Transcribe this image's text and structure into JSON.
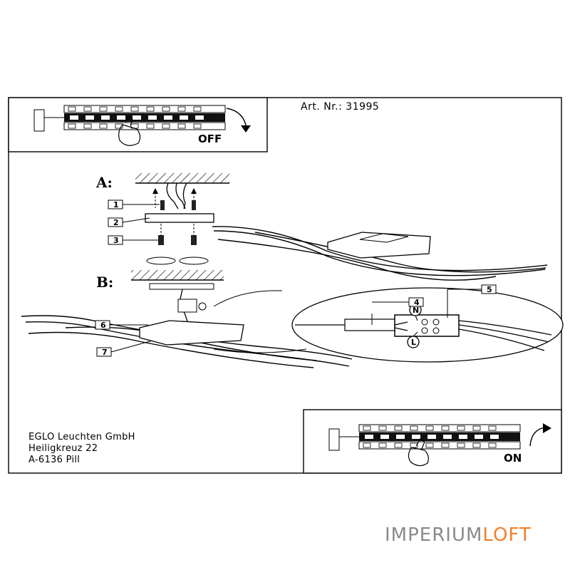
{
  "header": {
    "article": "Art. Nr.: 31995"
  },
  "steps": {
    "a": "A:",
    "b": "B:"
  },
  "switch": {
    "off": "OFF",
    "on": "ON"
  },
  "parts": [
    "1",
    "2",
    "3",
    "4",
    "5",
    "6",
    "7"
  ],
  "terminal": {
    "neutral": "N",
    "live": "L"
  },
  "address": [
    "EGLO Leuchten GmbH",
    "Heiligkreuz 22",
    "A-6136 Pill"
  ],
  "watermark": {
    "left": "IMPERIUM",
    "right": "LOFT",
    "accent_color": "#f0802a",
    "base_color": "#8a8a8a"
  }
}
